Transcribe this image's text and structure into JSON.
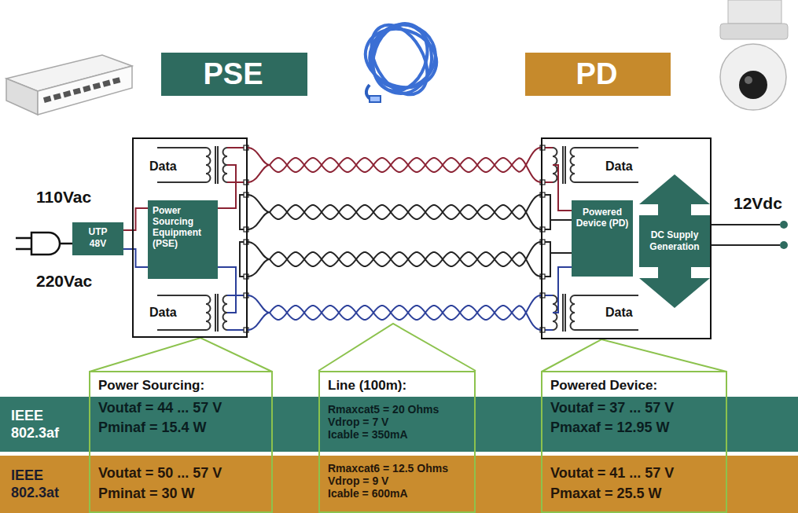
{
  "diagram": {
    "nodes": [
      {
        "text": [
          "PSE"
        ]
      },
      {
        "text": [
          "PD"
        ]
      },
      {
        "text": [
          "UTP 48V"
        ]
      },
      {
        "text": [
          "Data",
          "Data"
        ]
      },
      {
        "text": [
          "Power Sourcing Equipment (PSE)"
        ],
        "in": 3
      },
      {
        "text": [
          "Data",
          "Data"
        ]
      },
      {
        "text": [
          "Powered Device (PD)"
        ],
        "in": 5
      },
      {
        "text": [
          "DC Supply Generation"
        ],
        "in": 5
      },
      {
        "text": [
          "IEEE 802.3af"
        ]
      },
      {
        "text": [
          "IEEE 802.3at"
        ]
      },
      {
        "text": [
          "Power Sourcing:",
          "Voutaf = 44 ... 57 V",
          "Pminaf = 15.4 W",
          "Voutat = 50 ... 57 V",
          "Pminat = 30 W"
        ]
      },
      {
        "text": [
          "Line (100m):",
          "Rmaxcat5 = 20 Ohms",
          "Vdrop = 7 V",
          "Icable = 350mA",
          "Rmaxcat6 = 12.5 Ohms",
          "Vdrop = 9 V",
          "Icable = 600mA"
        ]
      },
      {
        "text": [
          "Powered Device:",
          "Voutaf = 37 ... 57 V",
          "Pmaxaf = 12.95 W",
          "Voutat = 41 ... 57 V",
          "Pmaxat = 25.5 W"
        ]
      }
    ],
    "edges": [
      {
        "from": 2,
        "to": 4,
        "arrow": "none"
      },
      {
        "from": 3,
        "to": 5,
        "arrow": "none"
      },
      {
        "from": 3,
        "to": 5,
        "arrow": "none"
      },
      {
        "from": 3,
        "to": 5,
        "arrow": "none"
      },
      {
        "from": 3,
        "to": 5,
        "arrow": "none"
      },
      {
        "from": 10,
        "to": 3,
        "arrow": "none"
      },
      {
        "from": 12,
        "to": 5,
        "arrow": "none"
      }
    ],
    "labels": [
      "110Vac",
      "220Vac",
      "12Vdc"
    ]
  }
}
